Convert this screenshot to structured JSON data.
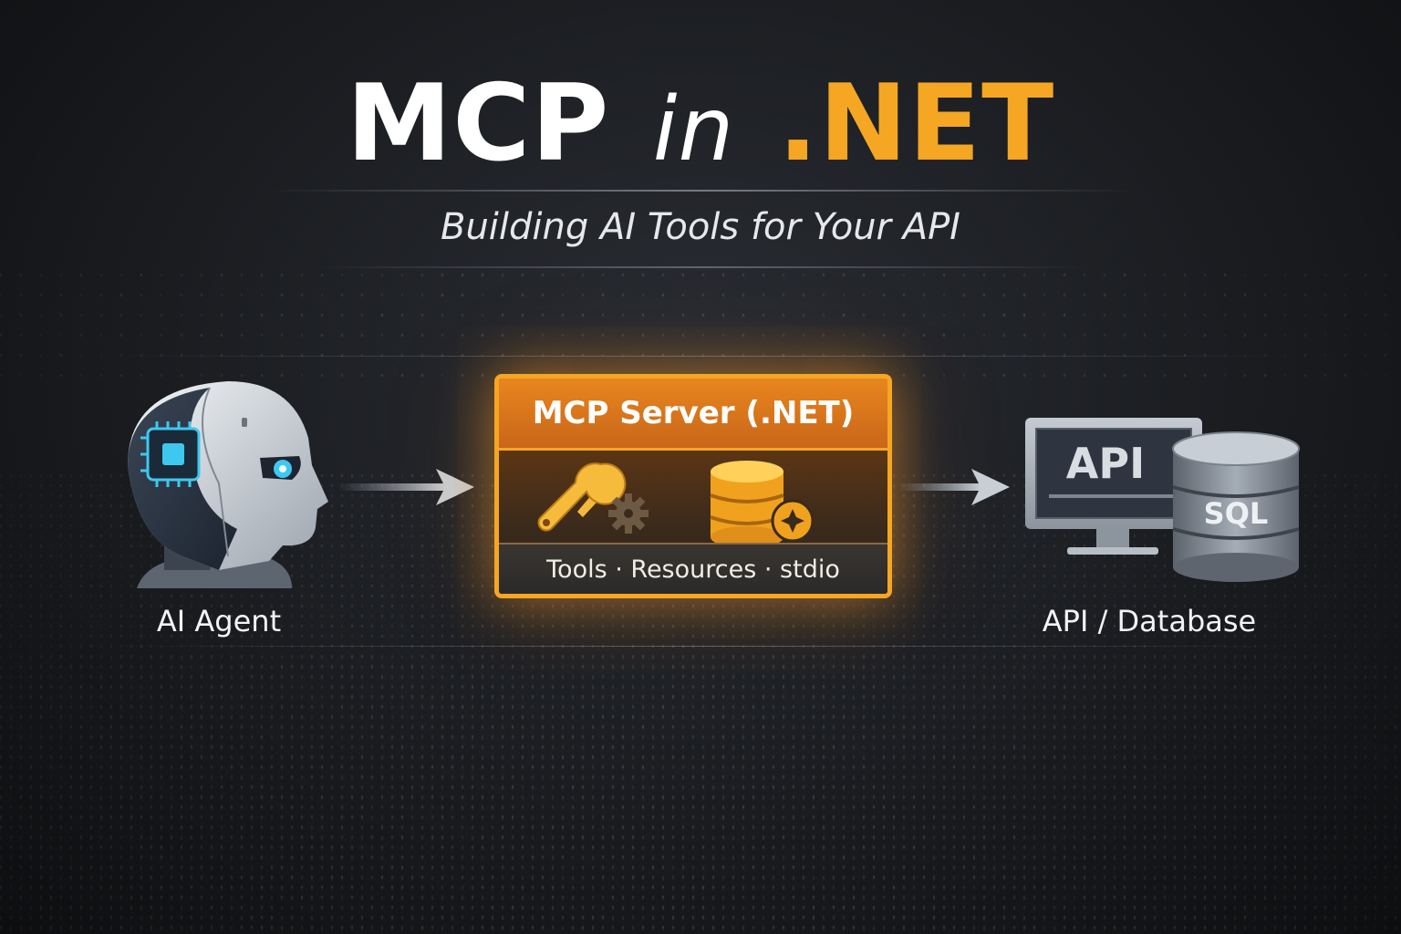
{
  "title": {
    "main": "MCP",
    "connector": "in",
    "accent": ".NET"
  },
  "subtitle": "Building AI Tools for Your API",
  "agent": {
    "label": "AI Agent"
  },
  "server": {
    "title": "MCP Server (.NET)",
    "features": "Tools · Resources · stdio"
  },
  "infra": {
    "label": "API / Database",
    "api_text": "API",
    "db_text": "SQL"
  },
  "colors": {
    "accent": "#f5a623",
    "server_header": "#d9731c",
    "background": "#1a1c20",
    "agent_eye": "#3ec8f0"
  },
  "icons": [
    "robot-head-icon",
    "wrench-icon",
    "gear-icon",
    "database-icon",
    "sparkle-icon",
    "monitor-icon",
    "sql-database-icon",
    "arrow-right-icon"
  ]
}
